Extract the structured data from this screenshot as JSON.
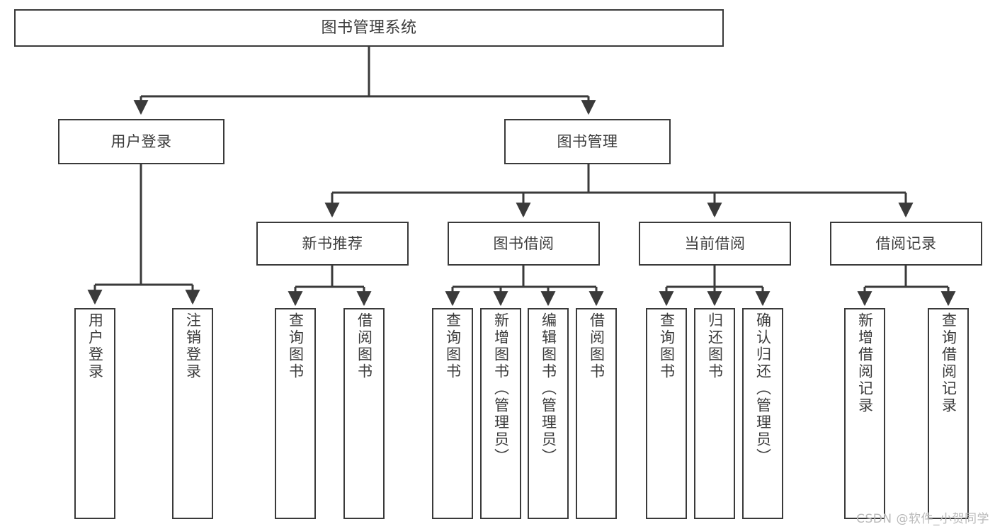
{
  "diagram": {
    "title": "图书管理系统",
    "type": "tree-hierarchy-chart",
    "colors": {
      "stroke": "#3a3a3a",
      "fill": "#ffffff",
      "text": "#3b3b3b",
      "watermark": "#b9b9b9"
    },
    "root": {
      "label": "图书管理系统"
    },
    "level2": [
      {
        "label": "用户登录"
      },
      {
        "label": "图书管理"
      }
    ],
    "level3": [
      {
        "label": "新书推荐"
      },
      {
        "label": "图书借阅"
      },
      {
        "label": "当前借阅"
      },
      {
        "label": "借阅记录"
      }
    ],
    "leaves": {
      "user_login": [
        {
          "label": "用户登录"
        },
        {
          "label": "注销登录"
        }
      ],
      "new_book_recommend": [
        {
          "label": "查询图书"
        },
        {
          "label": "借阅图书"
        }
      ],
      "book_borrow": [
        {
          "label": "查询图书"
        },
        {
          "label": "新增图书（管理员）"
        },
        {
          "label": "编辑图书（管理员）"
        },
        {
          "label": "借阅图书"
        }
      ],
      "current_borrow": [
        {
          "label": "查询图书"
        },
        {
          "label": "归还图书"
        },
        {
          "label": "确认归还（管理员）"
        }
      ],
      "borrow_record": [
        {
          "label": "新增借阅记录"
        },
        {
          "label": "查询借阅记录"
        }
      ]
    },
    "watermark": "CSDN @软件_小贺同学"
  }
}
